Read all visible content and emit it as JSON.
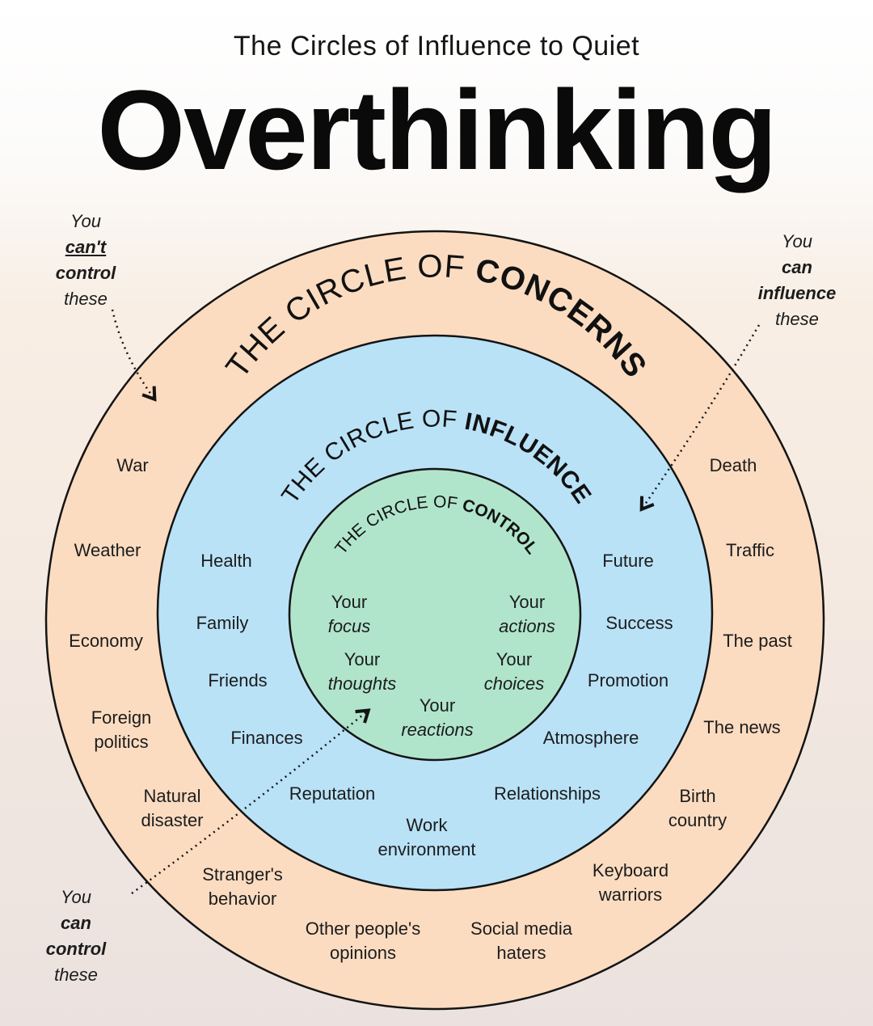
{
  "header": {
    "subtitle": "The Circles of Influence to Quiet",
    "title": "Overthinking"
  },
  "colors": {
    "concerns_fill": "#fbdcc1",
    "influence_fill": "#b9e2f7",
    "control_fill": "#b0e5cc",
    "stroke": "#141414"
  },
  "circles": {
    "concerns": {
      "prefix": "THE CIRCLE OF",
      "emphasis": "CONCERNS"
    },
    "influence": {
      "prefix": "THE CIRCLE OF",
      "emphasis": "INFLUENCE"
    },
    "control": {
      "prefix": "THE CIRCLE OF",
      "emphasis": "CONTROL"
    }
  },
  "notes": {
    "cant_control": {
      "line1a": "You",
      "line1b": "can't",
      "line2": "control",
      "line3": "these"
    },
    "can_influence": {
      "line1a": "You",
      "line1b": "can",
      "line2": "influence",
      "line3": "these"
    },
    "can_control": {
      "line1a": "You",
      "line1b": "can",
      "line2": "control",
      "line3": "these"
    }
  },
  "concerns_items": [
    {
      "line1": "War"
    },
    {
      "line1": "Weather"
    },
    {
      "line1": "Economy"
    },
    {
      "line1": "Foreign",
      "line2": "politics"
    },
    {
      "line1": "Natural",
      "line2": "disaster"
    },
    {
      "line1": "Stranger's",
      "line2": "behavior"
    },
    {
      "line1": "Other people's",
      "line2": "opinions"
    },
    {
      "line1": "Social media",
      "line2": "haters"
    },
    {
      "line1": "Keyboard",
      "line2": "warriors"
    },
    {
      "line1": "Birth",
      "line2": "country"
    },
    {
      "line1": "The news"
    },
    {
      "line1": "The past"
    },
    {
      "line1": "Traffic"
    },
    {
      "line1": "Death"
    }
  ],
  "influence_items": [
    {
      "line1": "Health"
    },
    {
      "line1": "Family"
    },
    {
      "line1": "Friends"
    },
    {
      "line1": "Finances"
    },
    {
      "line1": "Reputation"
    },
    {
      "line1": "Work",
      "line2": "environment"
    },
    {
      "line1": "Relationships"
    },
    {
      "line1": "Atmosphere"
    },
    {
      "line1": "Promotion"
    },
    {
      "line1": "Success"
    },
    {
      "line1": "Future"
    }
  ],
  "control_items": [
    {
      "line1": "Your",
      "line2": "focus"
    },
    {
      "line1": "Your",
      "line2": "actions"
    },
    {
      "line1": "Your",
      "line2": "thoughts"
    },
    {
      "line1": "Your",
      "line2": "choices"
    },
    {
      "line1": "Your",
      "line2": "reactions"
    }
  ]
}
